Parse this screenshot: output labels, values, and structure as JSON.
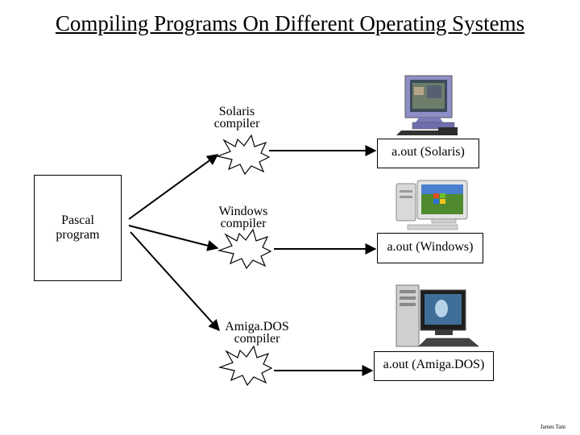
{
  "title": "Compiling Programs On Different Operating Systems",
  "source": {
    "label_line1": "Pascal",
    "label_line2": "program"
  },
  "compilers": [
    {
      "line1": "Solaris",
      "line2": "compiler",
      "output": "a.out (Solaris)",
      "computer_icon": "sun-workstation-icon"
    },
    {
      "line1": "Windows",
      "line2": "compiler",
      "output": "a.out (Windows)",
      "computer_icon": "windows-xp-pc-icon"
    },
    {
      "line1": "Amiga.DOS",
      "line2": "compiler",
      "output": "a.out (Amiga.DOS)",
      "computer_icon": "amiga-tower-pc-icon"
    }
  ],
  "credit": "James Tam"
}
